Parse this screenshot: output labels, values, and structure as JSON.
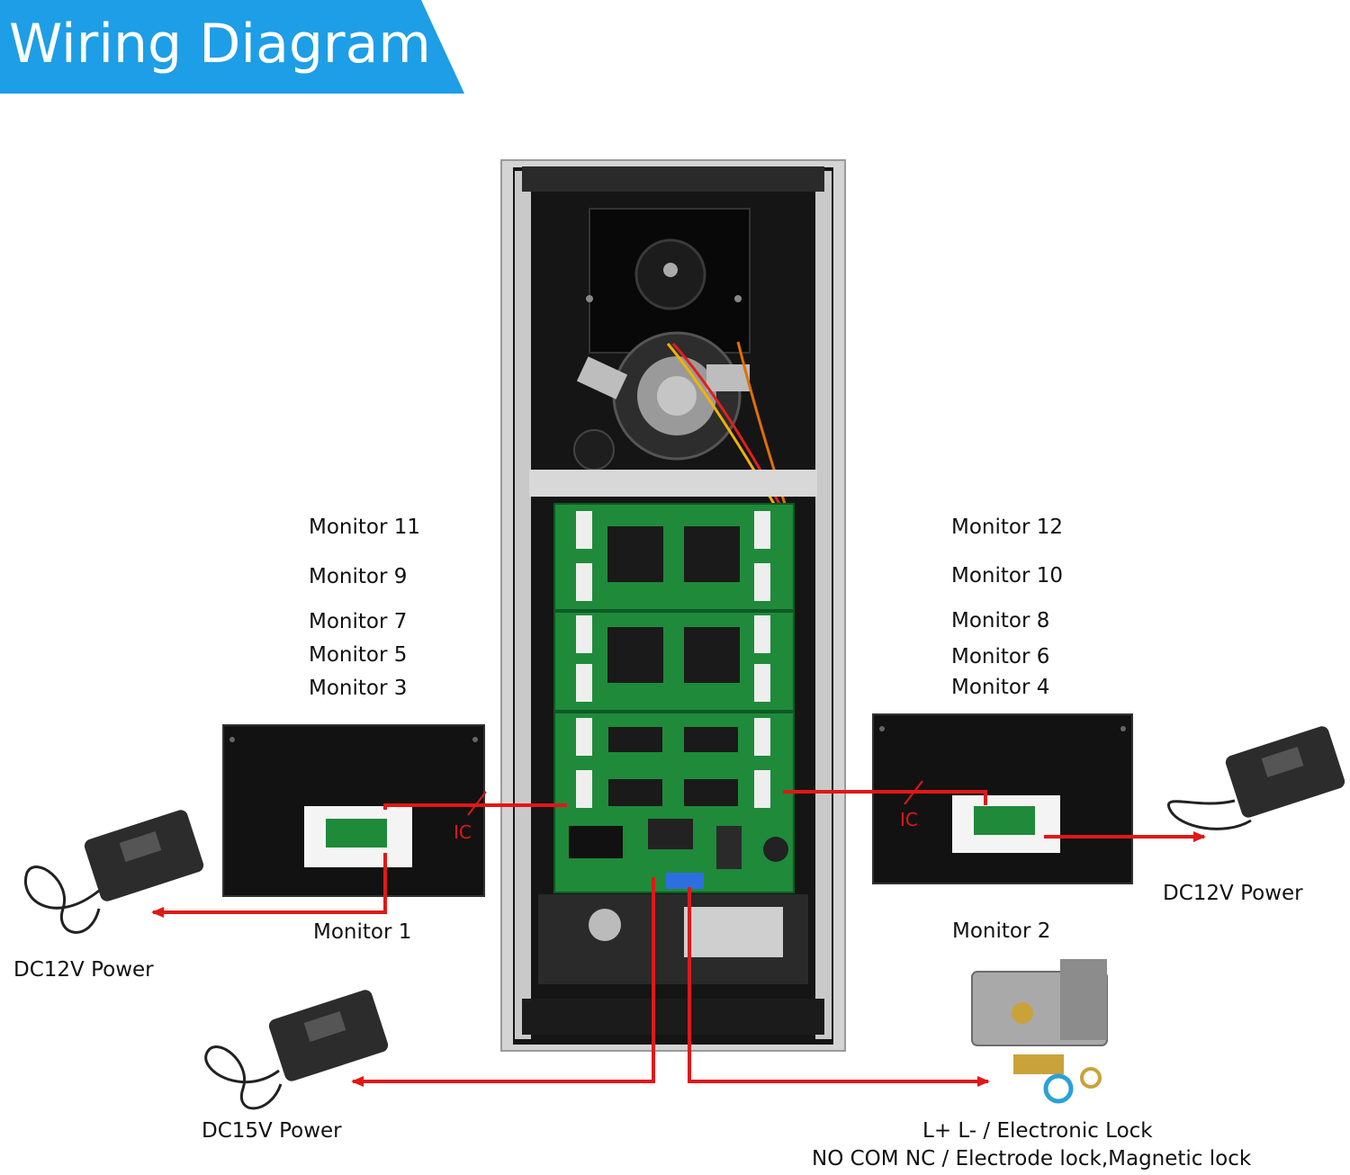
{
  "title": "Wiring Diagram",
  "left_monitors": [
    "Monitor 11",
    "Monitor 9",
    "Monitor 7",
    "Monitor 5",
    "Monitor 3"
  ],
  "right_monitors": [
    "Monitor 12",
    "Monitor 10",
    "Monitor 8",
    "Monitor 6",
    "Monitor 4"
  ],
  "monitor_left": "Monitor 1",
  "monitor_right": "Monitor 2",
  "power_left_monitor": "DC12V Power",
  "power_right_monitor": "DC12V Power",
  "power_panel": "DC15V Power",
  "lock_line1": "L+ L- / Electronic Lock",
  "lock_line2": "NO COM NC / Electrode lock,Magnetic lock",
  "ic_left": "IC",
  "ic_right": "IC",
  "colors": {
    "banner": "#1d9ee6",
    "wire": "#e01818",
    "pcb": "#1f8a3a",
    "panel": "#1a1a1a",
    "frame": "#cfcfcf"
  }
}
